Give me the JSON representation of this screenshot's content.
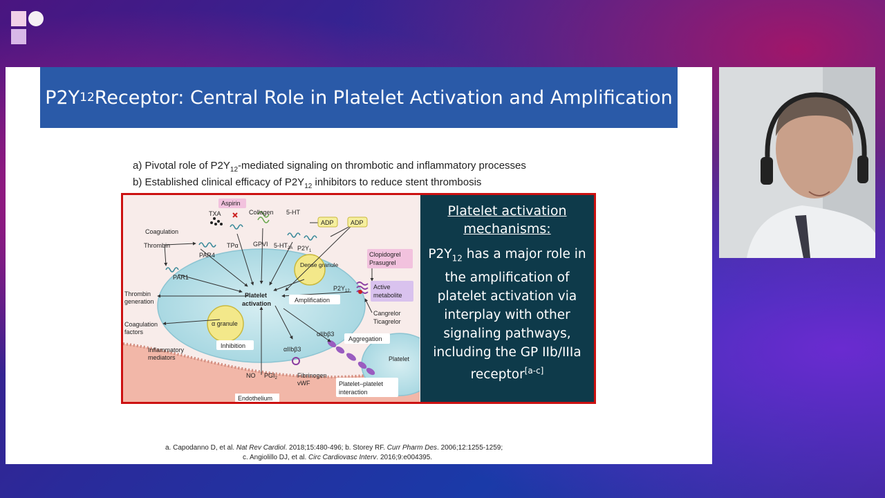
{
  "slide": {
    "title_main": "P2Y",
    "title_sub": "12",
    "title_rest": " Receptor: Central Role in Platelet Activation and Amplification",
    "bullets": [
      {
        "prefix": "a)   Pivotal role of P2Y",
        "sub": "12",
        "suffix": "-mediated signaling on thrombotic and inflammatory processes"
      },
      {
        "prefix": "b)   Established clinical efficacy of P2Y",
        "sub": "12",
        "suffix": " inhibitors to reduce stent thrombosis"
      }
    ],
    "callout": {
      "heading_line1": "Platelet activation",
      "heading_line2": "mechanisms:",
      "body_prefix": "P2Y",
      "body_sub": "12",
      "body_text": " has a major role in the amplification of platelet activation via interplay with other signaling pathways, including the GP IIb/IIIa receptor",
      "body_sup": "[a-c]"
    },
    "diagram_labels": {
      "aspirin": "Aspirin",
      "txa": "TXA",
      "collagen": "Collagen",
      "ht5": "5-HT",
      "ht5_2a": "5-HT",
      "ht5_2a_sub": "2A",
      "coagulation": "Coagulation",
      "thrombin": "Thrombin",
      "par4": "PAR4",
      "par1": "PAR1",
      "tpa": "TPα",
      "gpvi": "GPVI",
      "p2y1": "P2Y",
      "p2y1_sub": "1",
      "adp1": "ADP",
      "adp2": "ADP",
      "dense_granule": "Dense granule",
      "clopidogrel": "Clopidogrel",
      "prasugrel": "Prasugrel",
      "active": "Active",
      "metabolite": "metabolite",
      "p2y12": "P2Y",
      "p2y12_sub": "12",
      "thrombin_gen1": "Thrombin",
      "thrombin_gen2": "generation",
      "platelet_act1": "Platelet",
      "platelet_act2": "activation",
      "amplification": "Amplification",
      "cangrelor": "Cangrelor",
      "ticagrelor": "Ticagrelor",
      "coag_factors1": "Coagulation",
      "coag_factors2": "factors",
      "alpha_granule": "α granule",
      "aiib1": "αIIbβ3",
      "aiib2": "αIIbβ3",
      "aggregation": "Aggregation",
      "inhibition": "Inhibition",
      "inflam1": "Inflammatory",
      "inflam2": "mediators",
      "platelet": "Platelet",
      "no": "NO",
      "pgi": "PGI",
      "pgi_sub": "2",
      "fibrinogen": "Fibrinogen",
      "vwf": "vWF",
      "ppi1": "Platelet–platelet",
      "ppi2": "interaction",
      "endothelium": "Endothelium"
    },
    "references": [
      {
        "pre": "a. Capodanno D, et al. ",
        "ital": "Nat Rev Cardiol",
        "mid": ". 2018;15:480-496; b. Storey RF. ",
        "ital2": "Curr Pharm Des",
        "post": ". 2006;12:1255-1259;"
      },
      {
        "pre": "c. Angiolillo DJ, et al. ",
        "ital": "Circ Cardiovasc Interv",
        "mid": ". 2016;9:e004395.",
        "ital2": "",
        "post": ""
      }
    ]
  },
  "colors": {
    "title_bar": "#2a5aa8",
    "callout_bg": "#0e3a4a",
    "figure_border": "#cc1111",
    "cell": "#bfe3ea"
  }
}
